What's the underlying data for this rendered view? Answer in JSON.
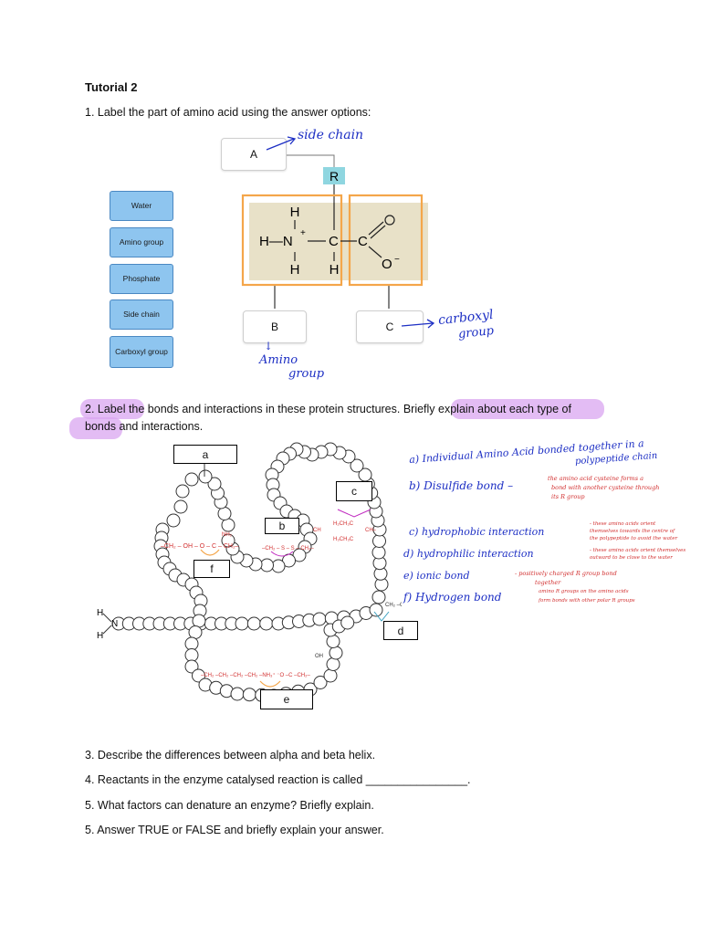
{
  "title": "Tutorial 2",
  "q1": {
    "text": "1. Label the part of amino acid using the answer options:",
    "options": [
      "Water",
      "Amino group",
      "Phosphate",
      "Side chain",
      "Carboxyl group"
    ],
    "boxes": {
      "a": "A",
      "b": "B",
      "c": "C"
    },
    "r_label": "R",
    "annotations": {
      "a": "side chain",
      "b_line1": "Amino",
      "b_line2": "group",
      "c_line1": "carboxyl",
      "c_line2": "group"
    }
  },
  "q2": {
    "text_part1": "2. Label the bonds and interactions in these protein structures. Briefly explain about each type of",
    "text_part2": "bonds and interactions.",
    "boxes": {
      "a": "a",
      "b": "b",
      "c": "c",
      "d": "d",
      "e": "e",
      "f": "f"
    },
    "answers": [
      {
        "label": "a)  Individual  Amino  Acid  bonded  together  in  a",
        "label2": "polypeptide  chain",
        "note": ""
      },
      {
        "label": "b)  Disulfide   bond  –",
        "note1": "the amino acid cysteine forms a",
        "note2": "bond with another cysteine through",
        "note3": "its R group"
      },
      {
        "label": "c)  hydrophobic  interaction",
        "note1": "- these amino acids orient",
        "note2": "themselves towards the centre of",
        "note3": "the polypeptide to avoid the water"
      },
      {
        "label": "d)  hydrophilic   interaction",
        "note1": "- these amino acids orient themselves",
        "note2": "outward to be close to the water"
      },
      {
        "label": "e)  ionic   bond",
        "note1": "- positively charged R group bond",
        "note2": "together"
      },
      {
        "label": "f)  Hydrogen   bond",
        "note1": "amino R groups on the amino acids",
        "note2": "form bonds with other polar R groups"
      }
    ]
  },
  "questions": [
    "3. Describe the differences between alpha and beta helix.",
    "4. Reactants in the enzyme catalysed reaction is called ________________.",
    "5. What factors can denature an enzyme? Briefly explain.",
    "5. Answer TRUE or FALSE and briefly explain your answer."
  ]
}
